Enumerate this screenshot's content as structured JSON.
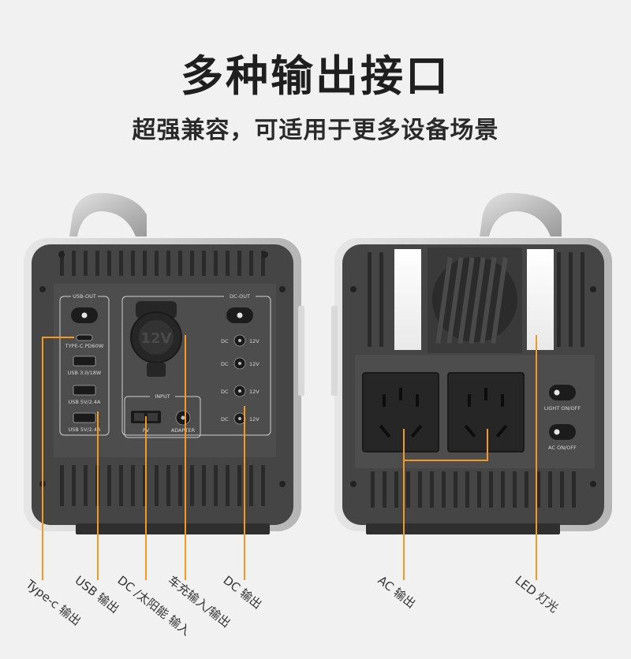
{
  "headline": "多种输出接口",
  "subhead": "超强兼容，可适用于更多设备场景",
  "panel_labels": {
    "usb_out": "USB-OUT",
    "dc_out": "DC-OUT",
    "type_c": "TYPE-C PD60W",
    "usb30": "USB 3.0/18W",
    "usb5a": "USB 5V/2.4A",
    "usb5b": "USB 5V/2.4A",
    "input": "INPUT",
    "pv": "PV",
    "adapter": "ADAPTER",
    "dc": "DC",
    "v12": "12V",
    "lighter": "12V",
    "light_switch": "LIGHT ON/OFF",
    "ac_switch": "AC ON/OFF"
  },
  "callouts": {
    "type_c": "Type-c 输出",
    "usb": "USB 输出",
    "dc_solar": "DC /太阳能 输入",
    "car": "车充输入/输出",
    "dc_out": "DC 输出",
    "ac": "AC 输出",
    "led": "LED 灯光"
  },
  "colors": {
    "background": "#f1f1f1",
    "device_body": "#454545",
    "panel": "#4d4d4d",
    "frame": "#c8c8c8",
    "callout_line": "#f39a1f"
  }
}
